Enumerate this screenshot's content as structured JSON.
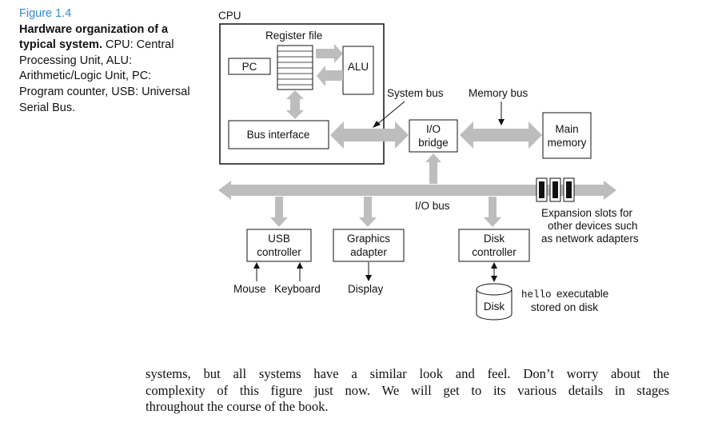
{
  "caption": {
    "figure_number": "Figure 1.4",
    "title": "Hardware organization of a typical system.",
    "text": "CPU: Central Processing Unit, ALU: Arithmetic/Logic Unit, PC: Program counter, USB: Universal Serial Bus."
  },
  "diagram": {
    "cpu_label": "CPU",
    "register_file": "Register file",
    "pc": "PC",
    "alu": "ALU",
    "system_bus": "System bus",
    "memory_bus": "Memory bus",
    "bus_interface": "Bus interface",
    "io_bridge": [
      "I/O",
      "bridge"
    ],
    "main_memory": [
      "Main",
      "memory"
    ],
    "io_bus": "I/O bus",
    "expansion": [
      "Expansion slots for",
      "other devices such",
      "as network adapters"
    ],
    "usb_controller": [
      "USB",
      "controller"
    ],
    "graphics_adapter": [
      "Graphics",
      "adapter"
    ],
    "disk_controller": [
      "Disk",
      "controller"
    ],
    "mouse": "Mouse",
    "keyboard": "Keyboard",
    "display": "Display",
    "disk": "Disk",
    "hello_code": "hello",
    "hello_rest": "executable",
    "stored_on_disk": "stored on disk"
  },
  "body": {
    "lines": [
      "systems, but all systems have a similar look and feel. Don’t worry about the",
      "complexity of this figure just now. We will get to its various details in stages",
      "throughout the course of the book."
    ]
  }
}
